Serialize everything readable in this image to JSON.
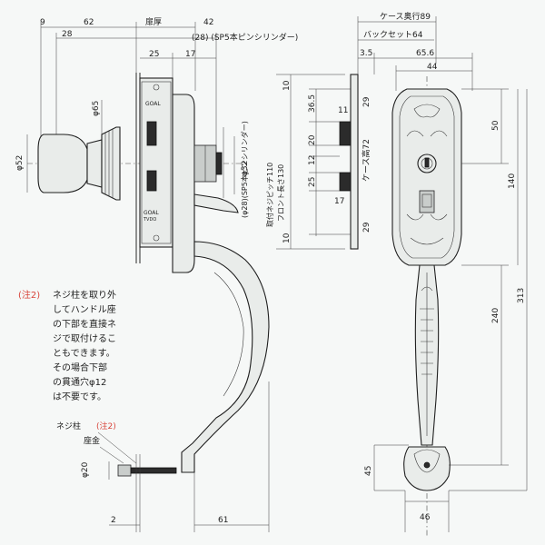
{
  "dimensions_top": {
    "d9": "9",
    "d62": "62",
    "d28": "28",
    "tobiratsu": "扉厚",
    "d42": "42",
    "d28_cyl": "(28) (SP5本ピンシリンダー)",
    "d25": "25",
    "d17": "17",
    "case_depth": "ケース奥行89",
    "backset": "バックセット64",
    "d3_5": "3.5",
    "d65_6": "65.6",
    "d44": "44"
  },
  "dimensions_left": {
    "phi52": "φ52",
    "phi65": "φ65",
    "phi32": "φ32",
    "phi28_cyl": "(φ28)(SP5本ピンシリンダー)",
    "fixing_pitch": "取付ネジピッチ110",
    "front_length": "フロント長さ130"
  },
  "dimensions_front": {
    "v10a": "10",
    "v36_5": "36.5",
    "v20": "20",
    "v12": "12",
    "v25": "25",
    "v29a": "29",
    "v29b": "29",
    "v10b": "10",
    "v11": "11",
    "v17b": "17",
    "case_height": "ケース高72"
  },
  "dimensions_right": {
    "v50": "50",
    "v140": "140",
    "v313": "313",
    "v240": "240",
    "v45": "45",
    "v46": "46"
  },
  "dimensions_bottom": {
    "d2": "2",
    "d61": "61",
    "phi20": "φ20"
  },
  "lock_labels": {
    "goal": "GOAL",
    "goal_small": "GOAL",
    "tdo": "TVDO"
  },
  "callouts": {
    "neji_bashira": "ネジ柱",
    "note2_tag": "(注2)",
    "zagane": "座金"
  },
  "note": {
    "tag": "(注2)",
    "lines": [
      "ネジ柱を取り外",
      "してハンドル座",
      "の下部を直接ネ",
      "ジで取付けるこ",
      "ともできます。",
      "その場合下部",
      "の貫通穴φ12",
      "は不要です。"
    ]
  },
  "colors": {
    "note_tag": "#d8453b",
    "line": "#2a2a2a",
    "paper": "#f6f8f7"
  }
}
